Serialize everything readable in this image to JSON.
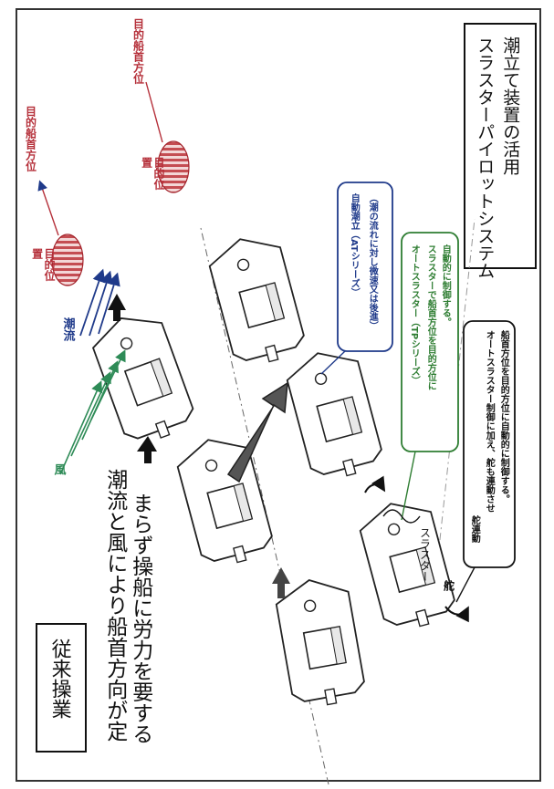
{
  "title_box": {
    "line1": "スラスターパイロットシステム",
    "line2": "潮立て装置の活用"
  },
  "old_method": {
    "label": "従来操業",
    "description_line1": "潮流と風により船首方向が定",
    "description_line2": "まらず操船に労力を要する"
  },
  "labels": {
    "wind": "風",
    "current": "潮流",
    "target_position": "目的位置",
    "target_heading": "目的船首方位",
    "thruster": "スラスター",
    "rudder": "舵"
  },
  "callouts": {
    "auto_sail": {
      "title": "自動潮立（ATシリーズ）",
      "body": "（潮の流れに対し微速又は後進）"
    },
    "auto_thruster": {
      "title": "オートスラスター（TPシリーズ）",
      "body1": "スラスターで船首方位を目的方位に",
      "body2": "自動的に制御する。"
    },
    "rudder_link": {
      "title": "舵連動",
      "body1": "オートスラスター制御に加え、舵も連動させ",
      "body2": "船首方位を目的方位に自動的に制御する。"
    }
  },
  "colors": {
    "wind": "#2e8b57",
    "current": "#1f3a8a",
    "target": "#b5303a",
    "auto_thruster": "#2e7d32",
    "auto_sail": "#1f3a8a"
  }
}
